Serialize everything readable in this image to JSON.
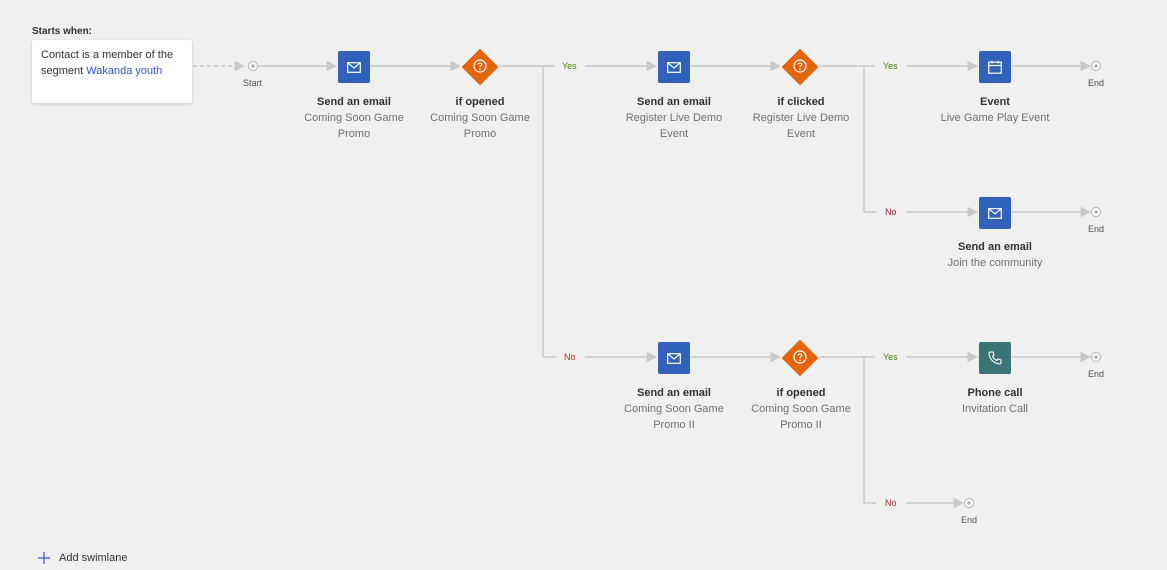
{
  "trigger": {
    "starts_label": "Starts when:",
    "text_before": "Contact is a member of the segment",
    "segment_name": "Wakanda youth"
  },
  "markers": {
    "start": "Start",
    "end": "End"
  },
  "branches": {
    "yes": "Yes",
    "no": "No"
  },
  "nodes": {
    "email1": {
      "title": "Send an email",
      "line1": "Coming Soon Game",
      "line2": "Promo"
    },
    "cond1": {
      "title": "if opened",
      "line1": "Coming Soon Game",
      "line2": "Promo"
    },
    "email2": {
      "title": "Send an email",
      "line1": "Register Live Demo",
      "line2": "Event"
    },
    "cond2": {
      "title": "if clicked",
      "line1": "Register Live Demo",
      "line2": "Event"
    },
    "event1": {
      "title": "Event",
      "line1": "Live Game Play Event"
    },
    "email3": {
      "title": "Send an email",
      "line1": "Join the community"
    },
    "email4": {
      "title": "Send an email",
      "line1": "Coming Soon Game",
      "line2": "Promo II"
    },
    "cond3": {
      "title": "if opened",
      "line1": "Coming Soon Game",
      "line2": "Promo II"
    },
    "phone1": {
      "title": "Phone call",
      "line1": "Invitation Call"
    }
  },
  "footer": {
    "add_swimlane": "Add swimlane"
  },
  "icons": {
    "email": "envelope-icon",
    "condition": "question-icon",
    "event": "calendar-icon",
    "phone": "phone-icon",
    "add": "plus-icon"
  },
  "colors": {
    "canvas": "#f0f0f0",
    "action_tile": "#2f62b8",
    "condition_tile": "#e3640b",
    "phone_tile": "#3a7474",
    "link": "#2f55c9",
    "yes": "#498205",
    "no": "#a4262c",
    "connector": "#c8c8c8"
  }
}
